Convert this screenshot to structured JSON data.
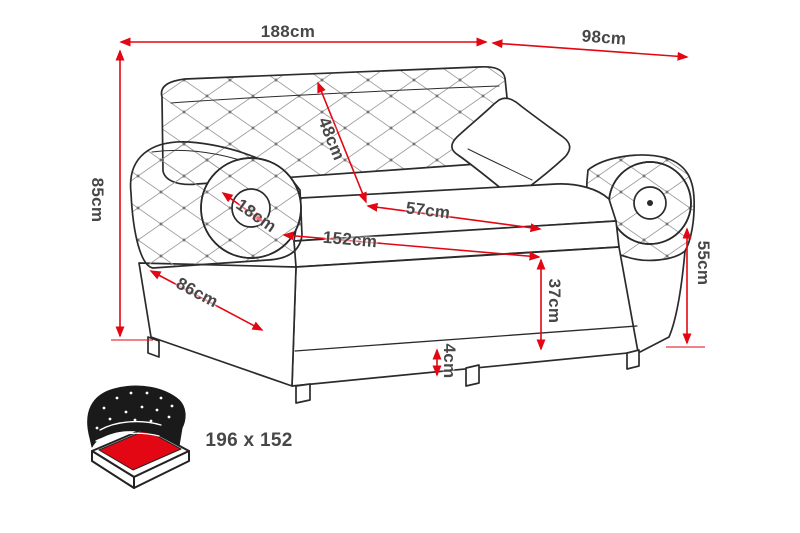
{
  "diagram": {
    "type": "sofa-bed-dimension-diagram",
    "unit": "cm",
    "measurements": {
      "overall_width": "188cm",
      "overall_depth": "98cm",
      "overall_height": "85cm",
      "backrest_height": "48cm",
      "armrest_width": "18cm",
      "seat_depth": "57cm",
      "seat_width": "152cm",
      "front_base_length": "86cm",
      "armrest_height": "55cm",
      "seat_height": "37cm",
      "leg_height": "4cm"
    },
    "bed": {
      "sleeping_area": "196 x 152"
    },
    "colors": {
      "dimension_line": "#e30613",
      "outline": "#2b2b2b",
      "label_text": "#474747",
      "bed_icon_red": "#e30613",
      "bed_icon_dark": "#1a1a1a"
    },
    "icons": [
      "sofa-bed-icon"
    ]
  }
}
